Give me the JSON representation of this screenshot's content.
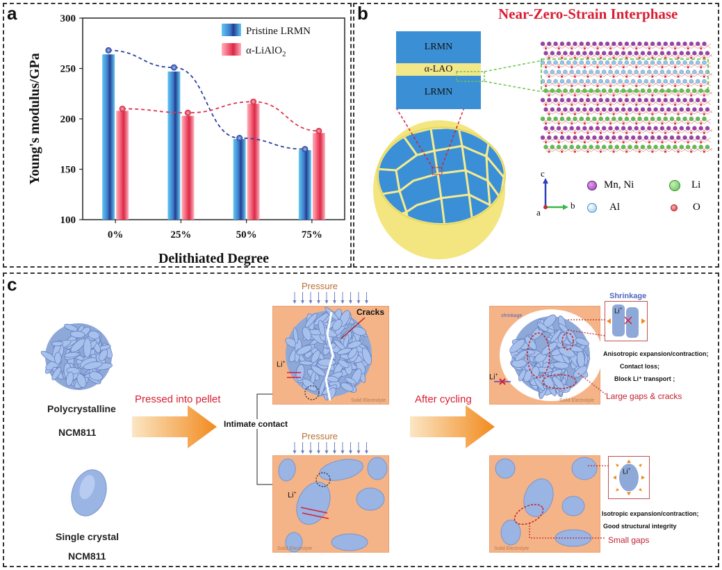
{
  "panels": {
    "a": {
      "label": "a",
      "chart_data": {
        "type": "bar",
        "categories": [
          "0%",
          "25%",
          "50%",
          "75%"
        ],
        "series": [
          {
            "name": "Pristine LRMN",
            "values": [
              264,
              247,
              180,
              169
            ],
            "trend": [
              268,
              251,
              181,
              170
            ]
          },
          {
            "name": "α-LiAlO2",
            "values": [
              208,
              203,
              215,
              186
            ],
            "trend": [
              210,
              206,
              217,
              188
            ]
          }
        ],
        "xlabel": "Delithiated Degree",
        "ylabel": "Young's modulus/GPa",
        "ylim": [
          100,
          300
        ],
        "yticks": [
          100,
          150,
          200,
          250,
          300
        ],
        "legend_placement": "top-right",
        "colors": {
          "pristine": "#4ab5e8",
          "pristine_dark": "#2c4a9c",
          "lialo2": "#f07080",
          "lialo2_dark": "#e0304a"
        }
      },
      "legend": {
        "pristine": "Pristine LRMN",
        "lialo2_prefix": "α-LiAlO",
        "lialo2_sub": "2"
      }
    },
    "b": {
      "label": "b",
      "title": "Near-Zero-Strain Interphase",
      "layers": [
        "LRMN",
        "α-LAO",
        "LRMN"
      ],
      "axes": {
        "c": "c",
        "a": "a",
        "b": "b"
      },
      "atoms": [
        {
          "name": "Mn, Ni",
          "color": "#9b3fb0"
        },
        {
          "name": "Li",
          "color": "#59c24a"
        },
        {
          "name": "Al",
          "color": "#8ec6ee"
        },
        {
          "name": "O",
          "color": "#e03030"
        }
      ]
    },
    "c": {
      "label": "c",
      "poly_label_1": "Polycrystalline",
      "poly_label_2": "NCM811",
      "single_label_1": "Single crystal",
      "single_label_2": "NCM811",
      "pressed": "Pressed into pellet",
      "intimate": "Intimate contact",
      "after": "After cycling",
      "pressure": "Pressure",
      "cracks": "Cracks",
      "li": "Li",
      "solid_electrolyte": "Solid Electrolyte",
      "shrinkage": "Shrinkage",
      "shrinkage_small": "shrinkage",
      "aniso_1": "Anisotropic expansion/contraction;",
      "aniso_2": "Contact loss;",
      "aniso_3": "Block Li⁺ transport ;",
      "large_gaps": "Large gaps & cracks",
      "iso_1": "Isotropic expansion/contraction;",
      "iso_2": "Good structural integrity",
      "small_gaps": "Small gaps"
    }
  }
}
